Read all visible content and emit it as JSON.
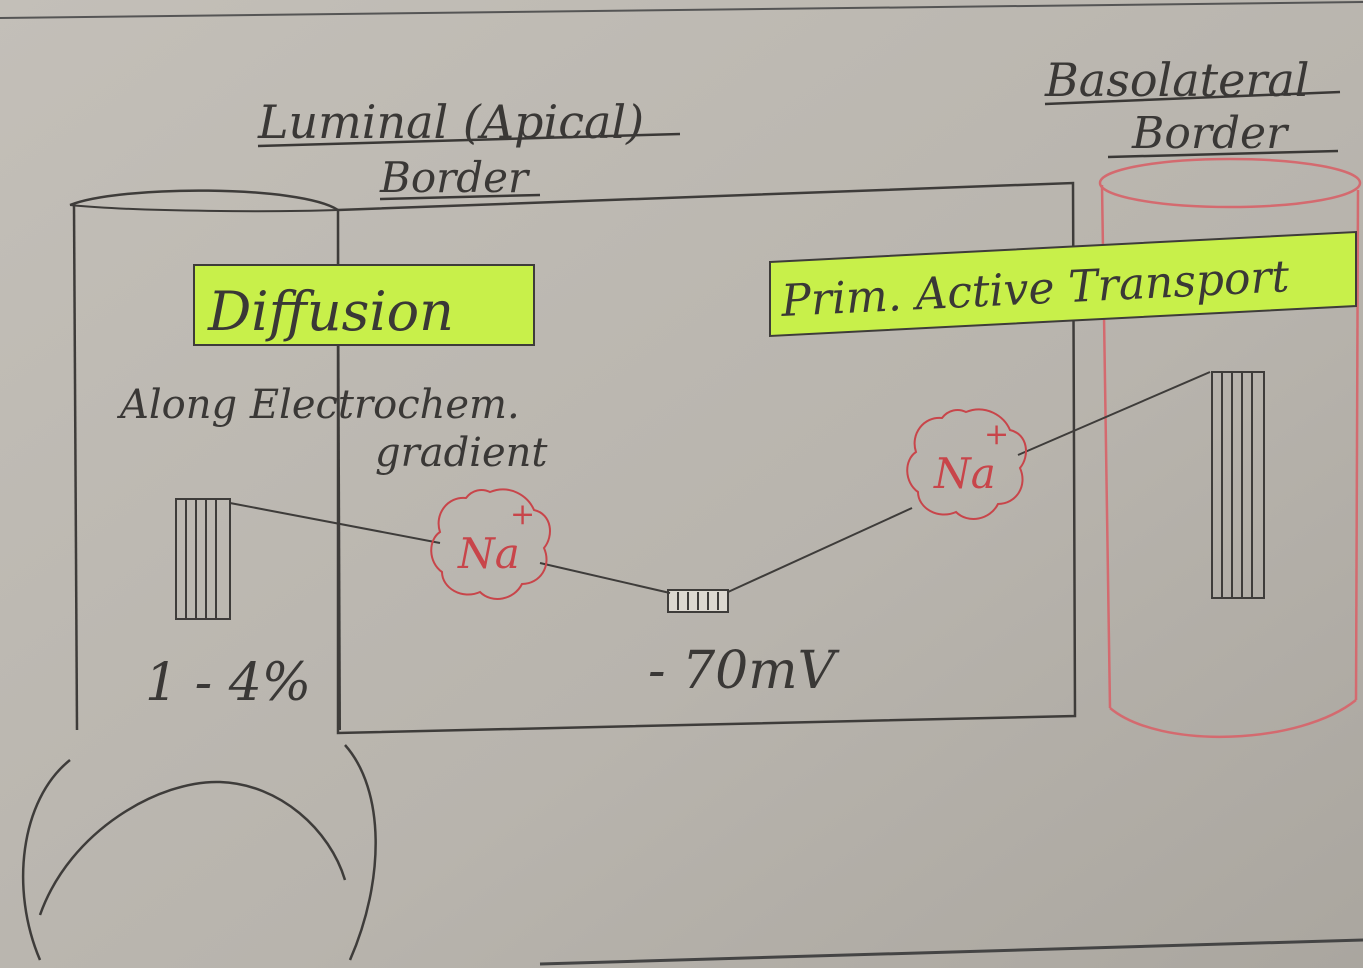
{
  "title_luminal_line1": "Luminal (Apical)",
  "title_luminal_line2": "Border",
  "title_basolateral_line1": "Basolateral",
  "title_basolateral_line2": "Border",
  "label_diffusion": "Diffusion",
  "label_active": "Prim. Active Transport",
  "note_line1": "Along Electrochem.",
  "note_line2": "gradient",
  "percent_label": "1 - 4%",
  "potential_label": "- 70mV",
  "ion_symbol": "Na",
  "ion_charge": "+",
  "colors": {
    "paper": "#b9b5ae",
    "ink": "#3a3836",
    "highlight": "#c8f04a",
    "ion_red": "#c8454a",
    "pump_red": "#d46a6f"
  }
}
